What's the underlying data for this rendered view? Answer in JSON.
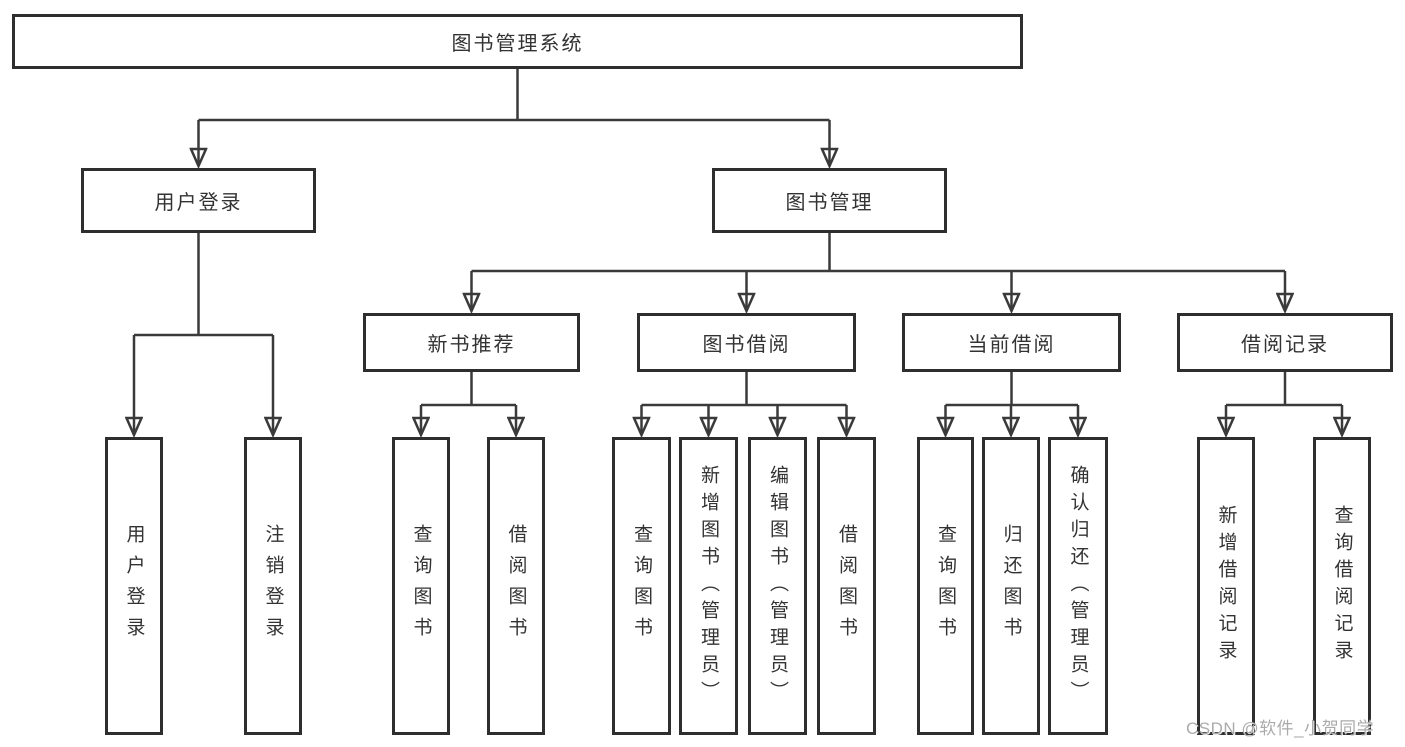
{
  "diagram": {
    "root": {
      "label": "图书管理系统",
      "children": [
        {
          "label": "用户登录",
          "children": [
            {
              "label": "用户登录"
            },
            {
              "label": "注销登录"
            }
          ]
        },
        {
          "label": "图书管理",
          "children": [
            {
              "label": "新书推荐",
              "children": [
                {
                  "label": "查询图书"
                },
                {
                  "label": "借阅图书"
                }
              ]
            },
            {
              "label": "图书借阅",
              "children": [
                {
                  "label": "查询图书"
                },
                {
                  "label": "新增图书（管理员）"
                },
                {
                  "label": "编辑图书（管理员）"
                },
                {
                  "label": "借阅图书"
                }
              ]
            },
            {
              "label": "当前借阅",
              "children": [
                {
                  "label": "查询图书"
                },
                {
                  "label": "归还图书"
                },
                {
                  "label": "确认归还（管理员）"
                }
              ]
            },
            {
              "label": "借阅记录",
              "children": [
                {
                  "label": "新增借阅记录"
                },
                {
                  "label": "查询借阅记录"
                }
              ]
            }
          ]
        }
      ]
    }
  },
  "watermark": {
    "text": "CSDN @软件_小贺同学"
  },
  "colors": {
    "background": "#ffffff",
    "line": "#3a3a3a",
    "border": "#2e2e2e",
    "text": "#333333",
    "watermark": "#ababab"
  }
}
